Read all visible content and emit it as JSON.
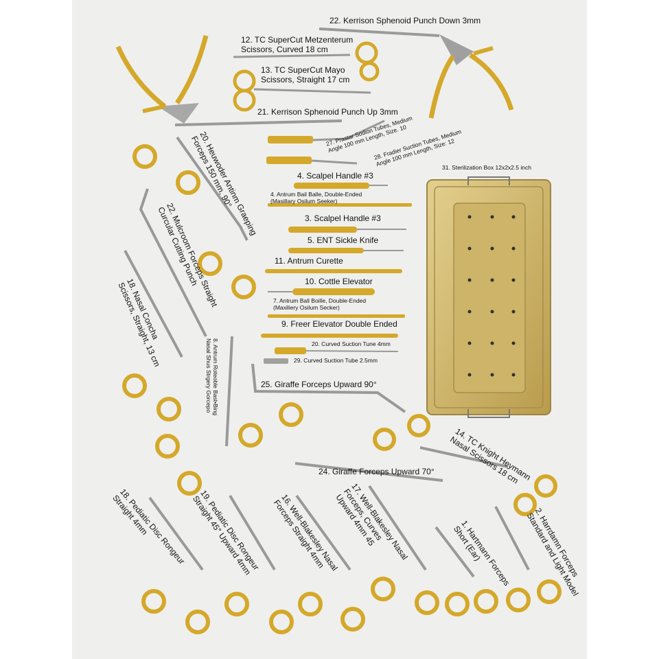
{
  "colors": {
    "gold": "#d4a82a",
    "steel": "#8f8f8f",
    "box": "#d6c27e",
    "panel": "#efefed"
  },
  "labels": {
    "l22a": "22. Kerrison Sphenoid Punch Down 3mm",
    "l12": "12. TC SuperCut Metzenterum\nScissors, Curved 18 cm",
    "l13": "13. TC SuperCut Mayo\nScissors, Straight 17 cm",
    "l21": "21. Kerrison Sphenoid Punch Up 3mm",
    "l20": "20. Heuwoder Antinm Graeping\nForceps 150 mm, 90°",
    "l27": "27. Prastar Sodion Tubes, Medium\nAngle 100 mm Length, Size. 10",
    "l28": "28. Fradier Suction Tubes, Medium\nAngle 100 mm Length, Size: 12",
    "l31": "31. Sterilization Box 12x2x2.5 inch",
    "l22b": "22. Mulcroom Forceps Straight\nCurcular Cutting Punch",
    "l4": "4. Scalpel Handle #3",
    "l4b": "4. Antrum Bail Balle, Double-Ended\n(Masillary Osilum Seeker)",
    "l3": "3. Scalpel Handle #3",
    "l5": "5. ENT Sickle Knife",
    "l18a": "18. Nasal Concha\nScissors, Straight, 13 cm",
    "l11": "11. Antrum Curette",
    "l10": "10. Cottle Elevator",
    "l7": "7. Antrum Ball Boille, Double-Ended\n(Maxiliery Osilum Secker)",
    "l9": "9. Freer Elevator Double Ended",
    "l8": "8. Antrum Roteoble Bast•Bing\nNasal Shus Strgery Gorcepo",
    "l20b": "20. Curved Suction Tune 4mm",
    "l29": "29. Curved Suction Tube 2.5mm",
    "l25": "25. Giraffe Forceps Upward 90°",
    "l14": "14. TC Knight Heymann\nNasal Scissors 18 cm",
    "l24": "24. Giraffe Forceps Upward 70°",
    "l18b": "18. Pediatic Disc Rongeur\nStraight 4mm",
    "l19": "19. Pediatic Disc Rongeur\nStraight 45° Upward 4mm",
    "l16": "16. Well-Blakesley Nasal\nForceps Straight 4mm",
    "l17": "17. Well-Blakesley Nasal\nForceps, Curves\nUpward 4mm 45",
    "l1": "1. Hartmann Forceps\nShort (Ear)",
    "l2": "2. Harrdamn Forceps\nStandard and Light Model"
  }
}
